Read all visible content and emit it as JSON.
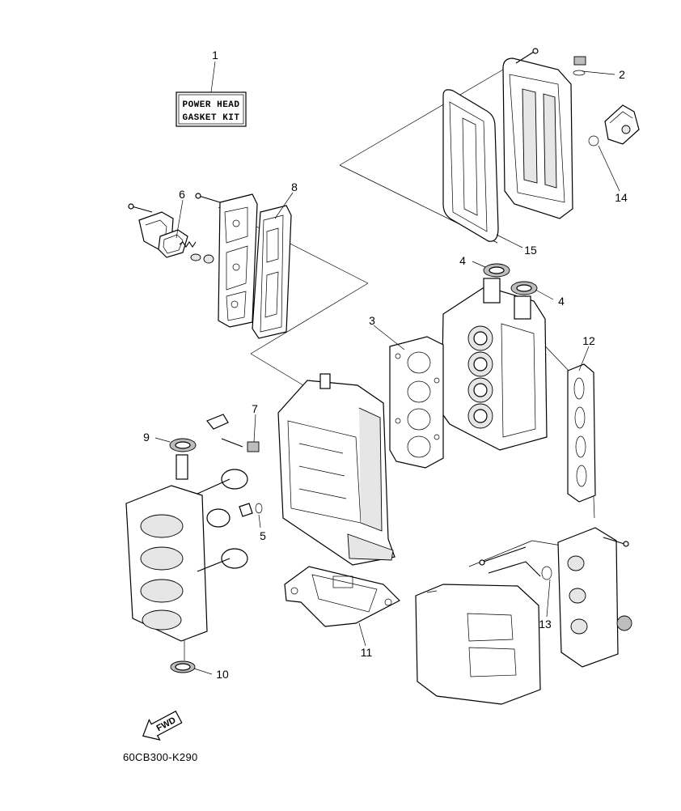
{
  "kit_label": {
    "line1": "POWER HEAD",
    "line2": "GASKET KIT"
  },
  "callouts": [
    {
      "id": "1",
      "label": "1"
    },
    {
      "id": "2",
      "label": "2"
    },
    {
      "id": "3",
      "label": "3"
    },
    {
      "id": "4a",
      "label": "4"
    },
    {
      "id": "4b",
      "label": "4"
    },
    {
      "id": "5",
      "label": "5"
    },
    {
      "id": "6",
      "label": "6"
    },
    {
      "id": "7",
      "label": "7"
    },
    {
      "id": "8",
      "label": "8"
    },
    {
      "id": "9",
      "label": "9"
    },
    {
      "id": "10",
      "label": "10"
    },
    {
      "id": "11",
      "label": "11"
    },
    {
      "id": "12",
      "label": "12"
    },
    {
      "id": "13",
      "label": "13"
    },
    {
      "id": "14",
      "label": "14"
    },
    {
      "id": "15",
      "label": "15"
    }
  ],
  "fwd_label": "FWD",
  "diagram_code": "60CB300-K290"
}
